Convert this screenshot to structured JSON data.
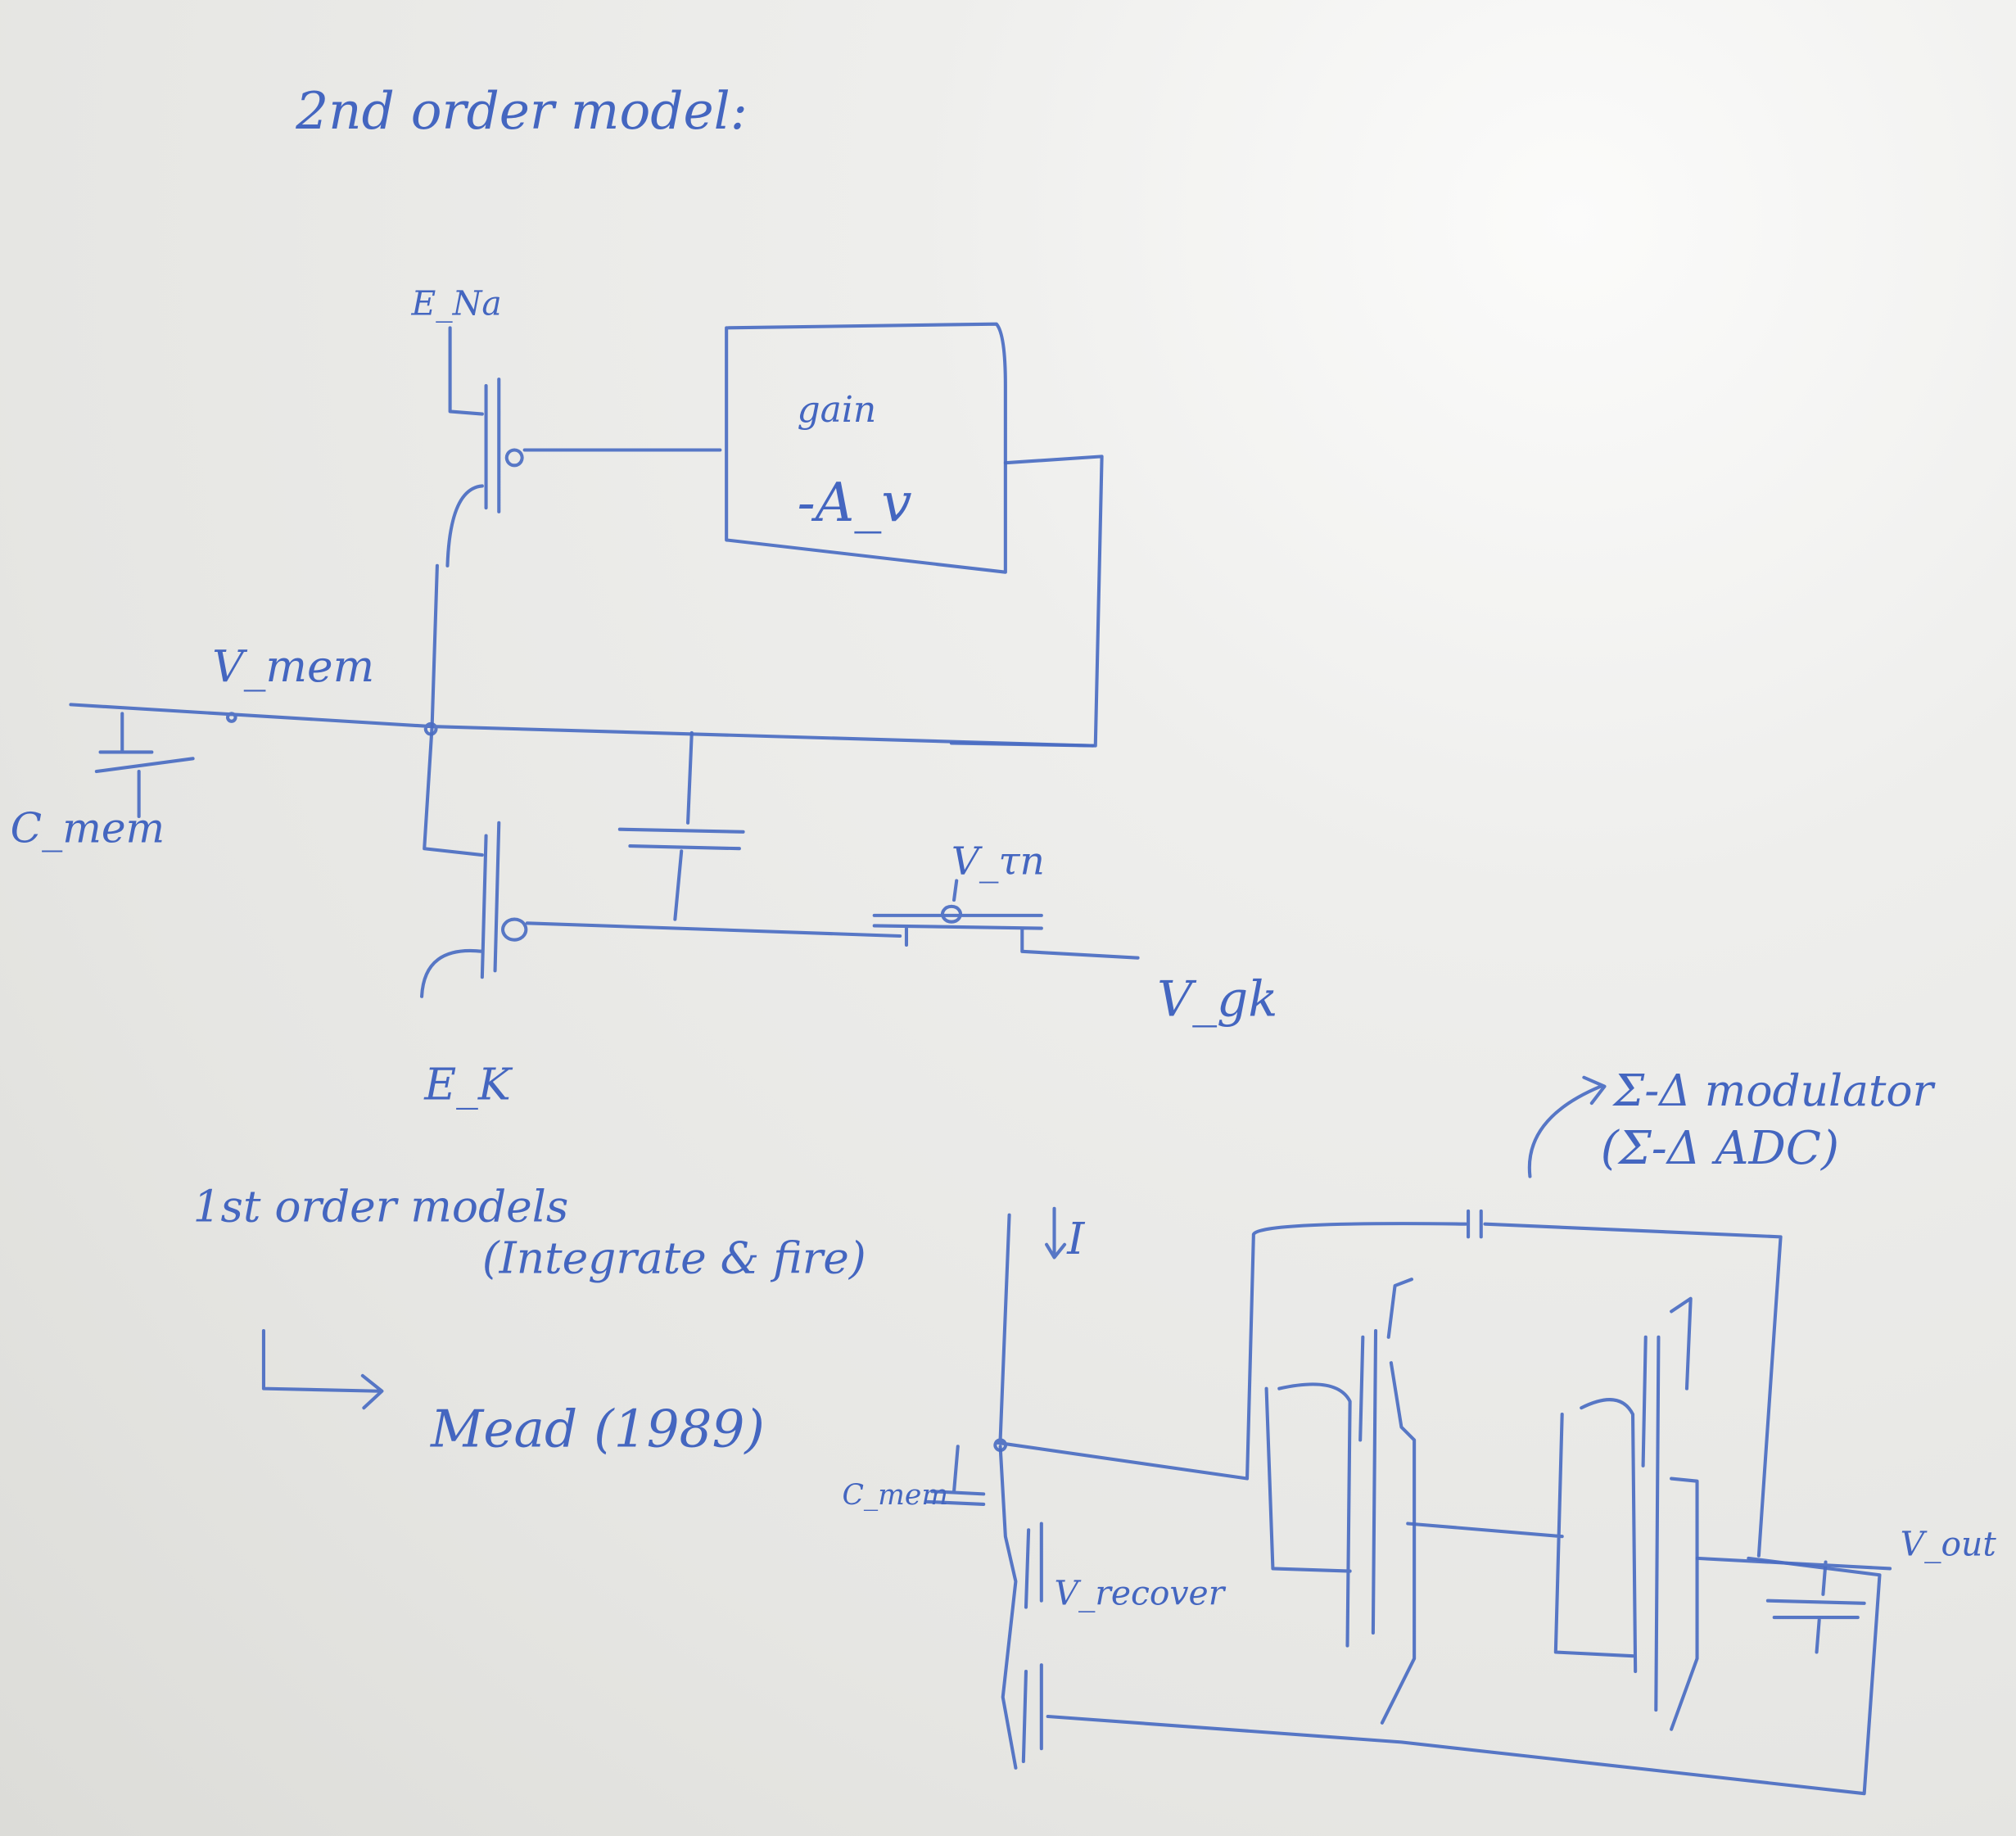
{
  "colors": {
    "ink": "#4a6cc2",
    "board": "#e9e9e6"
  },
  "second_order": {
    "title": "2nd order model:",
    "e_na": "E_Na",
    "gain": "gain",
    "av": "-A_v",
    "v_mem": "V_mem",
    "c_mem": "C_mem",
    "v_tau_n": "V_τn",
    "v_gk": "V_gk",
    "e_k": "E_K"
  },
  "first_order": {
    "title": "1st order models",
    "note": "(Integrate & fire)",
    "ref": "Mead (1989)"
  },
  "sigma_delta": {
    "title": "Σ-Δ modulator",
    "subtitle": "(Σ-Δ ADC)",
    "current": "I",
    "c_mem": "C_mem",
    "v_recover": "V_recover",
    "v_out": "V_out"
  }
}
